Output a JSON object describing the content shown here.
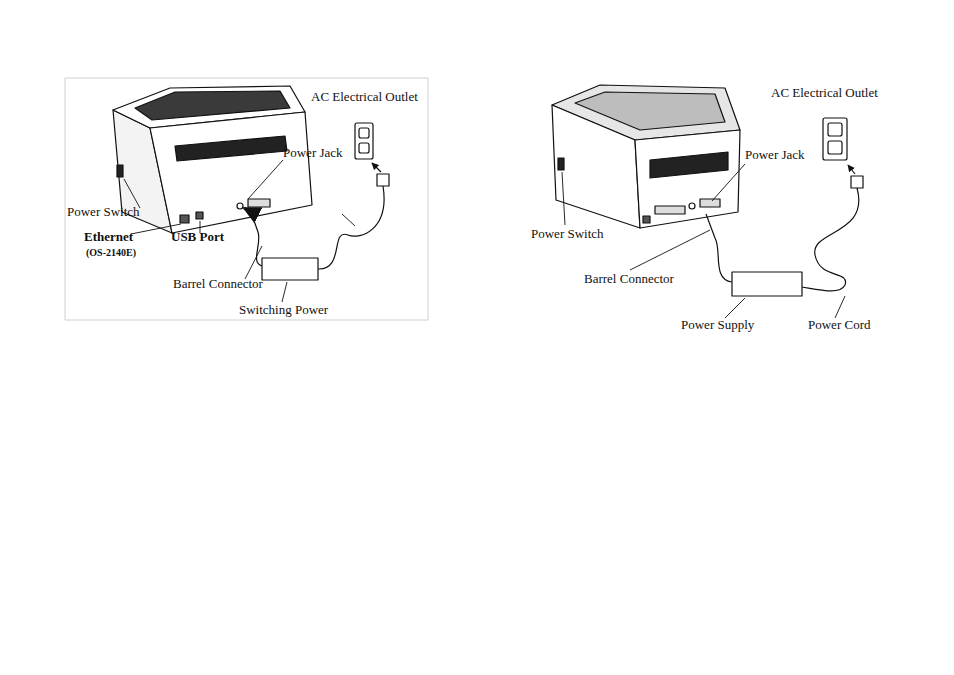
{
  "diagram": {
    "labels": [
      "AC Electrical Outlet",
      "Power Jack",
      "Power Switch",
      "Ethernet",
      "(OS-2140E)",
      "USB Port",
      "Barrel Connector",
      "Switching Power",
      "AC Electrical Outlet",
      "Power Jack",
      "Power Switch",
      "Barrel Connector",
      "Power Supply",
      "Power Cord"
    ]
  }
}
